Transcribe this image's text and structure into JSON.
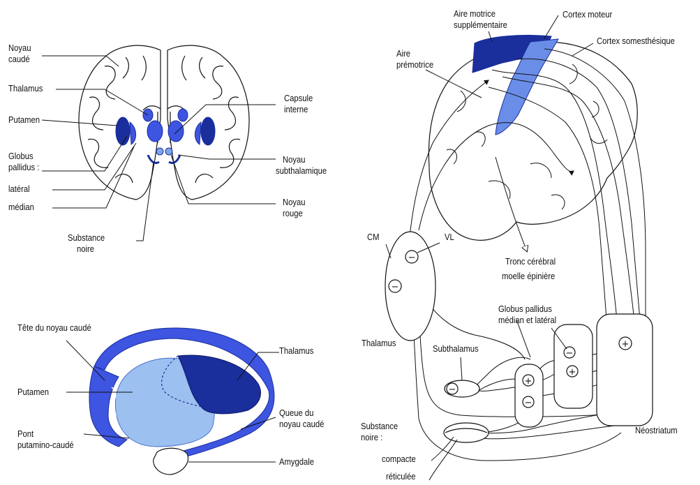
{
  "colors": {
    "dark_blue": "#1a2e9c",
    "mid_blue": "#3d55e0",
    "light_blue": "#7ea6ea",
    "pale_blue": "#9cc0f0",
    "line": "#111111"
  },
  "coronal": {
    "noyau_caude": [
      "Noyau",
      "caudé"
    ],
    "thalamus": "Thalamus",
    "putamen": "Putamen",
    "globus": [
      "Globus",
      "pallidus :",
      "latéral",
      "médian"
    ],
    "substance_noire": [
      "Substance",
      "noire"
    ],
    "capsule_interne": [
      "Capsule",
      "interne"
    ],
    "noyau_subthalamique": [
      "Noyau",
      "subthalamique"
    ],
    "noyau_rouge": [
      "Noyau",
      "rouge"
    ]
  },
  "lateral": {
    "tete": "Tête du noyau caudé",
    "putamen": "Putamen",
    "pont": [
      "Pont",
      "putamino-caudé"
    ],
    "thalamus": "Thalamus",
    "queue": [
      "Queue du",
      "noyau caudé"
    ],
    "amygdale": "Amygdale"
  },
  "circuit": {
    "aire_motrice": [
      "Aire motrice",
      "supplémentaire"
    ],
    "cortex_moteur": "Cortex moteur",
    "cortex_somesthesique": "Cortex somesthésique",
    "aire_premotrice": [
      "Aire",
      "prémotrice"
    ],
    "cm": "CM",
    "vl": "VL",
    "tronc": [
      "Tronc cérébral",
      "moelle épinière"
    ],
    "globus": [
      "Globus pallidus",
      "médian et latéral"
    ],
    "thalamus": "Thalamus",
    "subthalamus": "Subthalamus",
    "substance": [
      "Substance",
      "noire :"
    ],
    "compacte": "compacte",
    "reticulee": "réticulée",
    "neostriatum": "Néostriatum",
    "plus": "+",
    "minus": "−"
  }
}
